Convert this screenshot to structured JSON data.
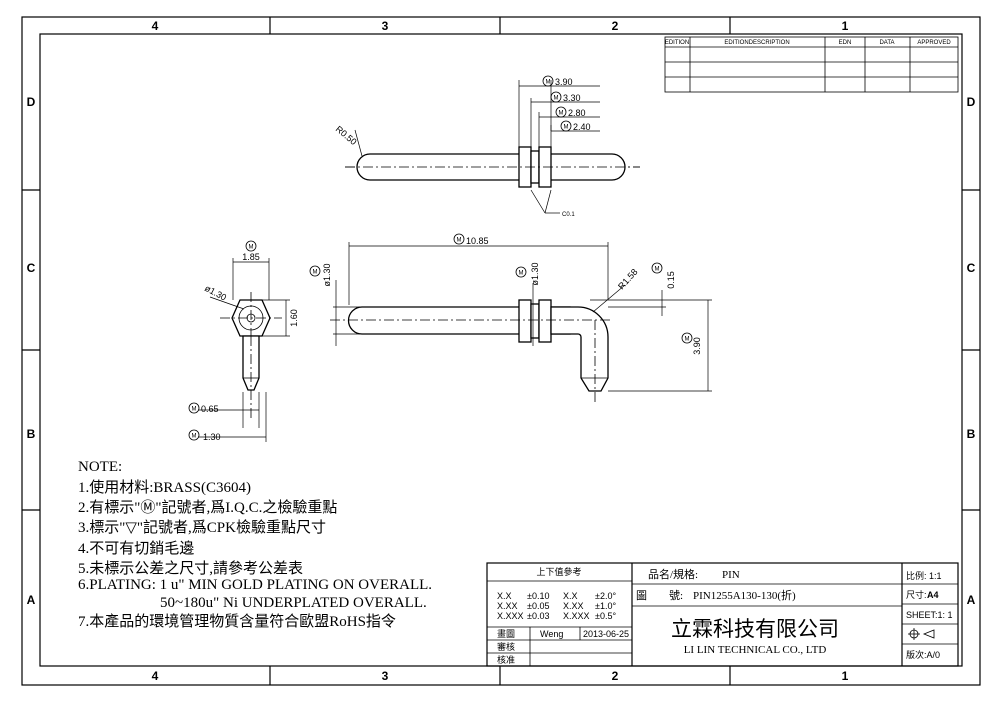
{
  "border": {
    "zones_top": [
      "4",
      "3",
      "2",
      "1"
    ],
    "zones_bottom": [
      "4",
      "3",
      "2",
      "1"
    ],
    "zones_left": [
      "D",
      "C",
      "B",
      "A"
    ],
    "zones_right": [
      "D",
      "C",
      "B",
      "A"
    ]
  },
  "revision_table": {
    "headers": [
      "EDITION",
      "EDITIONDESCRIPTION",
      "EDN",
      "DATA",
      "APPROVED"
    ]
  },
  "dimensions": {
    "m_symbol": "M",
    "d390_top": "3.90",
    "d330": "3.30",
    "d280": "2.80",
    "d240": "2.40",
    "r050": "R0.50",
    "c01": "C0.1",
    "d185": "1.85",
    "d130_hex": "ø1.30",
    "d160": "1.60",
    "d065": "0.65",
    "d130_bottom": "1.30",
    "d1085": "10.85",
    "d130_side_left": "ø1.30",
    "d130_side_mid": "ø1.30",
    "r158": "R1.58",
    "d015": "0.15",
    "d390_right": "3.90"
  },
  "notes": {
    "title": "NOTE:",
    "lines": [
      "1.使用材料:BRASS(C3604)",
      "2.有標示\"Ⓜ\"記號者,爲I.Q.C.之檢驗重點",
      "3.標示\"▽\"記號者,爲CPK檢驗重點尺寸",
      "4.不可有切銷毛邊",
      "5.未標示公差之尺寸,請參考公差表",
      "6.PLATING: 1 u\" MIN GOLD PLATING ON OVERALL.",
      "50~180u\" Ni UNDERPLATED OVERALL.",
      "7.本產品的環境管理物質含量符合歐盟RoHS指令"
    ]
  },
  "title_block": {
    "tolerance_title": "上下值參考",
    "tolerances": [
      [
        "X.X",
        "±0.10",
        "X.X",
        "±2.0°"
      ],
      [
        "X.XX",
        "±0.05",
        "X.XX",
        "±1.0°"
      ],
      [
        "X.XXX",
        "±0.03",
        "X.XXX",
        "±0.5°"
      ]
    ],
    "drawn_label": "畫圖",
    "drawn_by": "Weng",
    "drawn_date": "2013-06-25",
    "checked_label": "審核",
    "approved_label": "核准",
    "product_name_label": "品名/規格:",
    "product_name": "PIN",
    "drawing_no_label": "圖　　號:",
    "drawing_no": "PIN1255A130-130(折)",
    "company_cn": "立霖科技有限公司",
    "company_en": "LI LIN TECHNICAL CO., LTD",
    "scale": "比例: 1:1",
    "size_label": "尺寸:",
    "size_value": "A4",
    "sheet": "SHEET:1: 1",
    "version": "版次:A/0"
  }
}
